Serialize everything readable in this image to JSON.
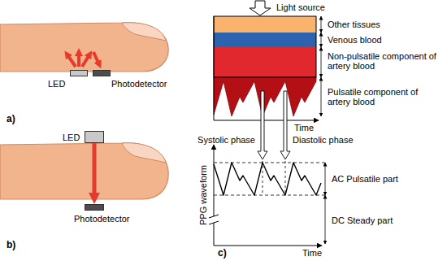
{
  "diagram": {
    "nodes": [
      {
        "text": [
          "LED"
        ]
      },
      {
        "text": [
          "Photodetector"
        ]
      },
      {
        "text": [
          "LED"
        ]
      },
      {
        "text": [
          "Photodetector"
        ]
      }
    ],
    "edges": [
      {
        "from": 2,
        "to": 3,
        "arrow": "to"
      }
    ],
    "labels": [
      "a)",
      "b)",
      "Light source",
      "Other tissues",
      "Venous blood",
      "Non-pulsatile component of artery blood",
      "Pulsatile component of artery blood",
      "Time",
      "Systolic phase",
      "Diastolic phase",
      "PPG waveform",
      "AC Pulsatile part",
      "DC Steady part",
      "Time",
      "c)"
    ]
  }
}
